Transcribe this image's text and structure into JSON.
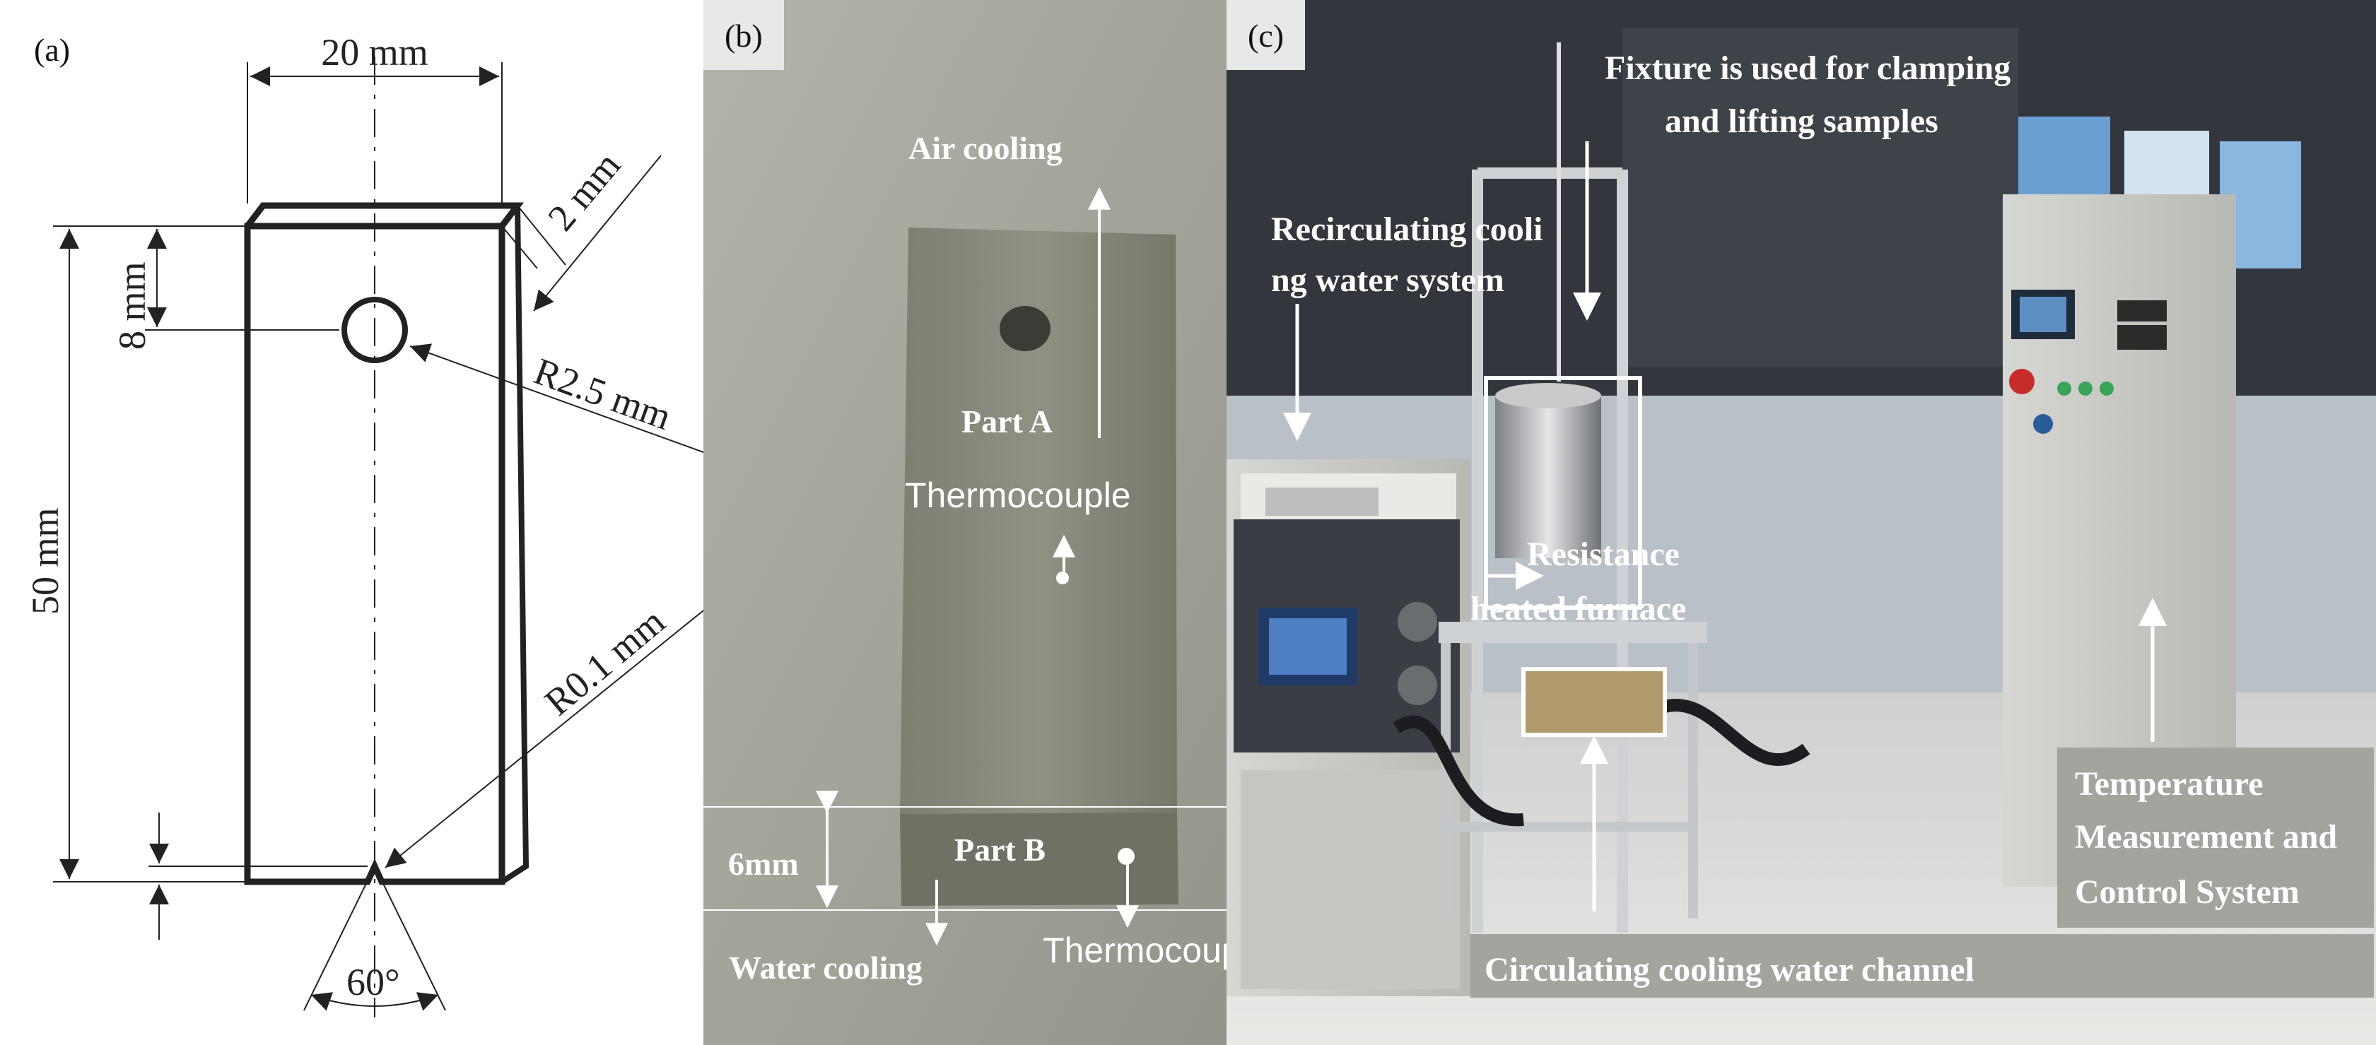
{
  "panel_a": {
    "label": "(a)",
    "width_dim": "20 mm",
    "thickness_dim": "2 mm",
    "hole_offset_dim": "8 mm",
    "hole_radius": "R2.5 mm",
    "length_dim": "50 mm",
    "notch_radius": "R0.1 mm",
    "notch_angle": "60°"
  },
  "panel_b": {
    "label": "(b)",
    "air_cooling": "Air  cooling",
    "part_a": "Part A",
    "thermocouple_top": "Thermocouple",
    "dim_6mm": "6mm",
    "part_b": "Part B",
    "water_cooling": "Water cooling",
    "thermocouple_bottom": "Thermocouple"
  },
  "panel_c": {
    "label": "(c)",
    "fixture_line1": "Fixture is used for clamping",
    "fixture_line2": "and lifting samples",
    "recirc_line1": "Recirculating cooli",
    "recirc_line2": "ng water system",
    "furnace_line1": "Resistance",
    "furnace_line2": "heated furnace",
    "temp_line1": "Temperature",
    "temp_line2": "Measurement and",
    "temp_line3": "Control System",
    "channel": "Circulating cooling water channel"
  }
}
